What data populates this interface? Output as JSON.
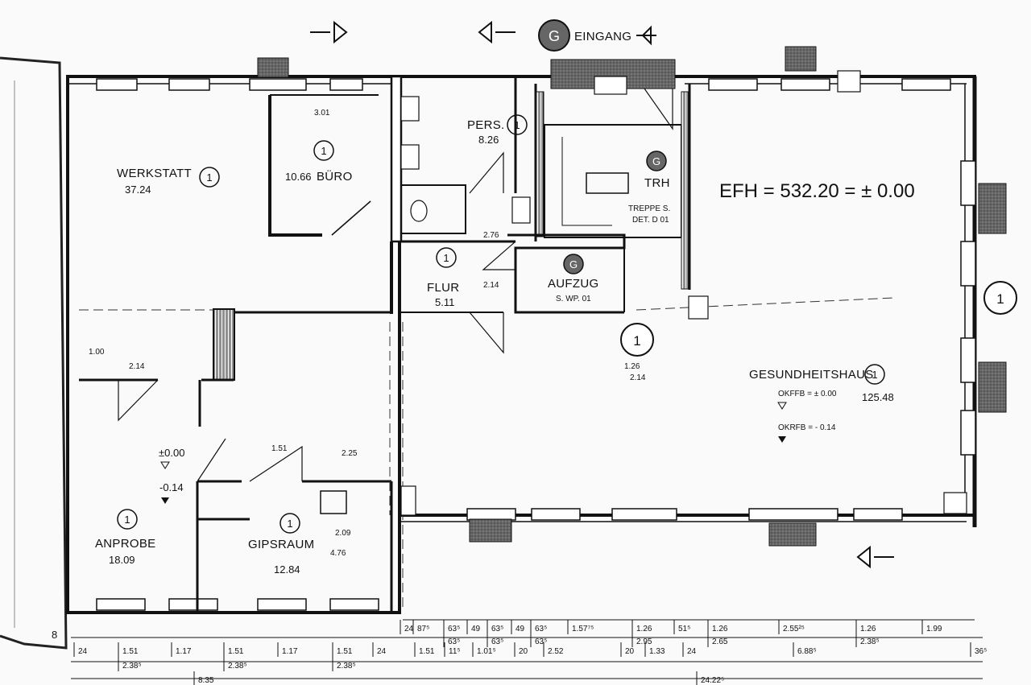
{
  "header": {
    "entrance_label": "EINGANG",
    "entrance_marker": "G"
  },
  "level": {
    "efh_text": "EFH = 532.20  = ± 0.00"
  },
  "rooms": [
    {
      "id": "werkstatt",
      "name": "WERKSTATT",
      "area": "37.24",
      "marker": "1"
    },
    {
      "id": "buero",
      "name": "BÜRO",
      "area": "10.66",
      "marker": "1"
    },
    {
      "id": "pers",
      "name": "PERS.",
      "area": "8.26",
      "marker": "1"
    },
    {
      "id": "trh",
      "name": "TRH",
      "marker": "G",
      "note1": "TREPPE S.",
      "note2": "DET. D 01"
    },
    {
      "id": "flur",
      "name": "FLUR",
      "area": "5.11",
      "marker": "1"
    },
    {
      "id": "aufzug",
      "name": "AUFZUG",
      "marker": "G",
      "note1": "S. WP. 01"
    },
    {
      "id": "gesundheitshaus",
      "name": "GESUNDHEITSHAUS",
      "area": "125.48",
      "marker": "1",
      "level1": "OKFFB = ± 0.00",
      "level2": "OKRFB = - 0.14"
    },
    {
      "id": "anprobe",
      "name": "ANPROBE",
      "area": "18.09",
      "marker": "1"
    },
    {
      "id": "gipsraum",
      "name": "GIPSRAUM",
      "area": "12.84",
      "marker": "1"
    }
  ],
  "annotations": {
    "level_zero": "±0.00",
    "level_minus": "-0.14",
    "sheet_marker": "8",
    "axis_marker_right": "1",
    "axis_marker_mid": "1"
  },
  "dimensions_row1": [
    "24",
    "87⁵",
    "63⁵",
    "49",
    "63⁵",
    "49",
    "63⁵",
    "1.57⁷⁵",
    "1.26",
    "51⁵",
    "1.26",
    "2.55²⁵",
    "1.26",
    "1.99"
  ],
  "dimensions_row2": [
    "63⁵",
    "63⁵",
    "63⁵",
    "2.95",
    "2.65",
    "2.38⁵"
  ],
  "dimensions_row3": [
    "24",
    "1.51",
    "1.17",
    "1.51",
    "1.17",
    "1.51",
    "24",
    "1.51",
    "11⁵",
    "1.01⁵",
    "20",
    "2.52",
    "20",
    "1.33",
    "24",
    "6.88⁵",
    "36⁵"
  ],
  "dimensions_row3b": [
    "2.38⁵",
    "2.38⁵",
    "2.38⁵"
  ],
  "dimensions_row4": [
    "8.35",
    "24.22⁵"
  ],
  "inner_dims": {
    "d1": "1.00",
    "d2": "2.14",
    "d3": "3.01",
    "d4": "2.25",
    "d5": "4.76",
    "d6": "2.09",
    "d7": "1.51",
    "d8": "2.14",
    "d9": "2.76",
    "d10": "1.26",
    "d11": "2.14"
  }
}
